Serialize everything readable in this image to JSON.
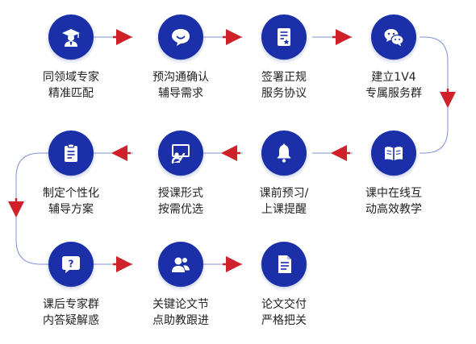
{
  "steps": [
    {
      "icon": "graduate-icon",
      "line1": "同领域专家",
      "line2": "精准匹配"
    },
    {
      "icon": "chat-bubble-icon",
      "line1": "预沟通确认",
      "line2": "辅导需求"
    },
    {
      "icon": "contract-icon",
      "line1": "签署正规",
      "line2": "服务协议"
    },
    {
      "icon": "wechat-icon",
      "line1": "建立1V4",
      "line2": "专属服务群"
    },
    {
      "icon": "open-book-icon",
      "line1": "课中在线互",
      "line2": "动高效教学"
    },
    {
      "icon": "bell-icon",
      "line1": "课前预习/",
      "line2": "上课提醒"
    },
    {
      "icon": "teaching-board-icon",
      "line1": "授课形式",
      "line2": "按需优选"
    },
    {
      "icon": "clipboard-icon",
      "line1": "制定个性化",
      "line2": "辅导方案"
    },
    {
      "icon": "question-bubble-icon",
      "line1": "课后专家群",
      "line2": "内答疑解惑"
    },
    {
      "icon": "users-icon",
      "line1": "关键论文节",
      "line2": "点助教跟进"
    },
    {
      "icon": "document-icon",
      "line1": "论文交付",
      "line2": "严格把关"
    }
  ],
  "colors": {
    "node": "#1a2fa8",
    "arrow": "#d0202a",
    "line": "#7f8fd6",
    "text": "#222222"
  }
}
